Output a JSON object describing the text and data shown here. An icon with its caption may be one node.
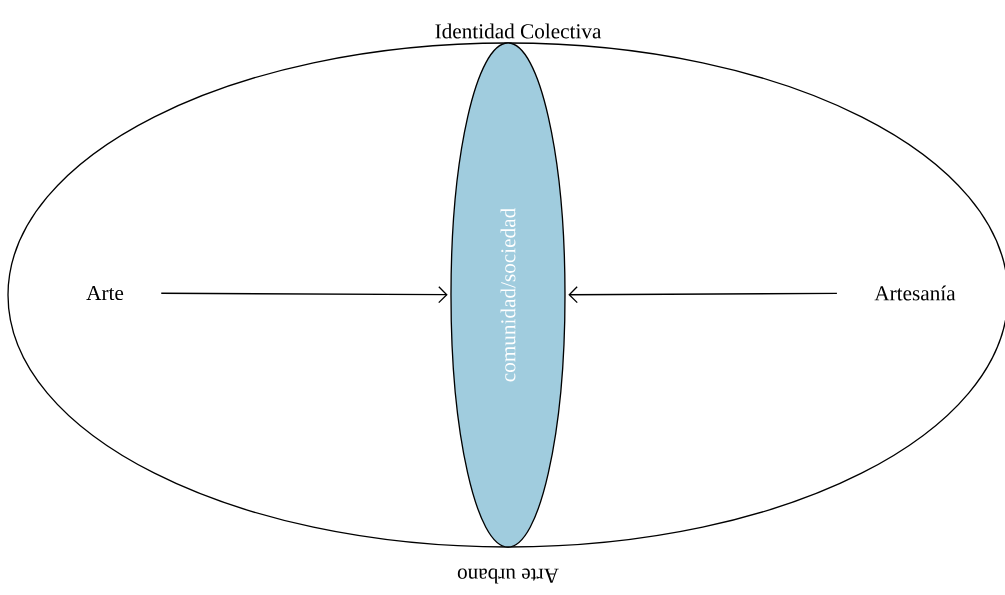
{
  "diagram": {
    "nodes": [
      {
        "text": [
          "Identidad Colectiva",
          "Arte urbano"
        ]
      },
      {
        "text": [
          "Arte"
        ],
        "in": 0
      },
      {
        "text": [
          "comunidad/sociedad"
        ],
        "in": 0
      },
      {
        "text": [
          "Artesanía"
        ],
        "in": 0
      }
    ],
    "edges": [
      {
        "from": 1,
        "to": 2,
        "arrow": "to"
      },
      {
        "from": 3,
        "to": 2,
        "arrow": "to"
      }
    ]
  }
}
